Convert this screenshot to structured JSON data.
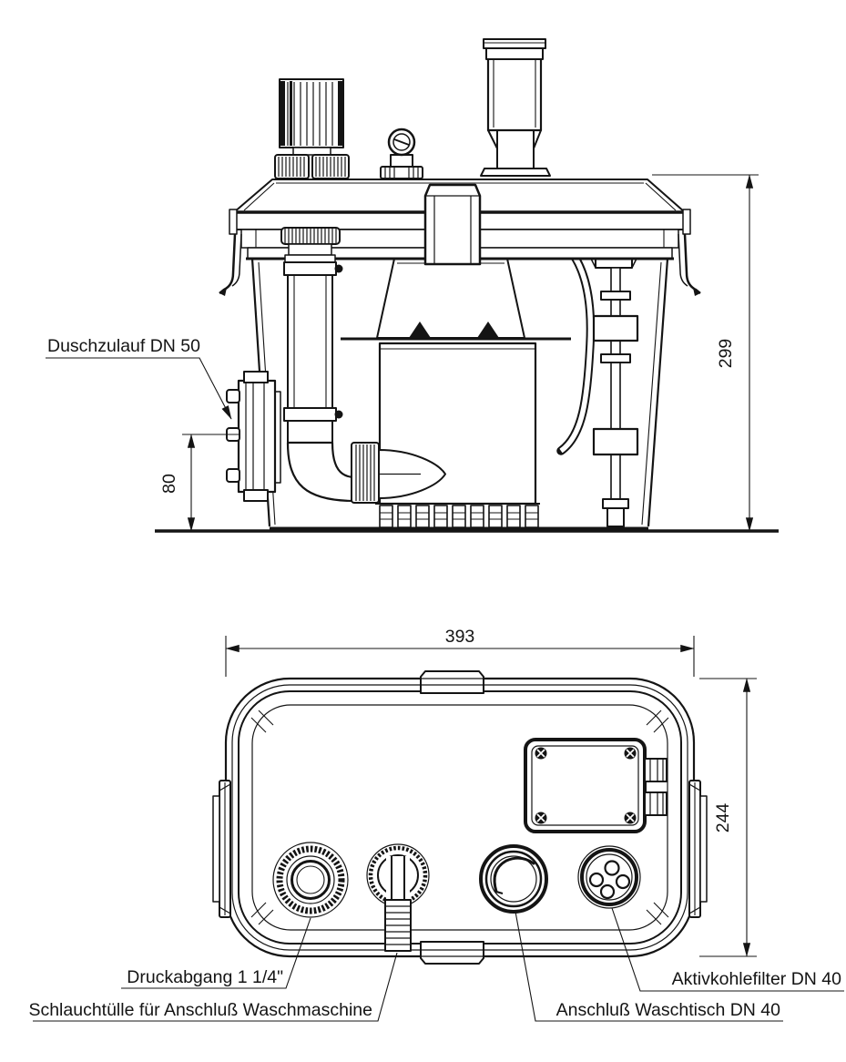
{
  "front_view": {
    "inlet_label": "Duschzulauf DN 50",
    "dim_height": "299",
    "dim_inlet_height": "80"
  },
  "plan_view": {
    "dim_width": "393",
    "dim_depth": "244",
    "label_pressure_outlet": "Druckabgang 1 1/4\"",
    "label_hose_nozzle": "Schlauchtülle für Anschluß Waschmaschine",
    "label_washbasin": "Anschluß Waschtisch DN 40",
    "label_carbon_filter": "Aktivkohlefilter DN 40"
  },
  "colors": {
    "line": "#141414",
    "background": "#ffffff"
  }
}
